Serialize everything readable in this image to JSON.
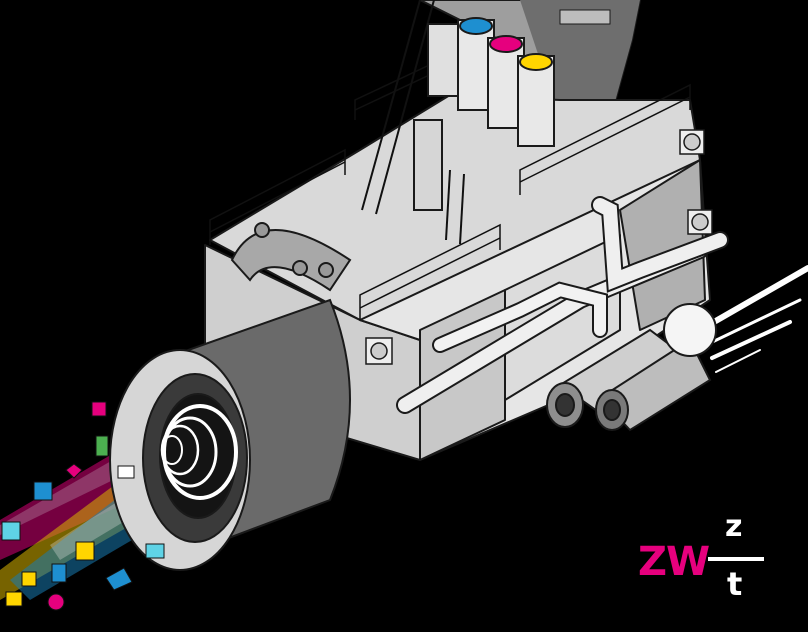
{
  "scene": {
    "subject": "isometric-printing-machine",
    "background_color": "#000000",
    "machine_colors": {
      "light": "#e6e6e6",
      "mid": "#bdbdbd",
      "dark": "#7a7a7a",
      "shadow": "#4a4a4a",
      "outline": "#1a1a1a"
    },
    "ink_colors": {
      "cyan": "#1e8fd0",
      "magenta": "#e6007e",
      "yellow": "#ffd500"
    },
    "beam_colors": [
      "#e6007e",
      "#ffd500",
      "#1e8fd0",
      "#ffffff"
    ]
  },
  "logo": {
    "zw": "ZW",
    "z": "z",
    "t": "t",
    "zw_color": "#e6007e",
    "letter_color": "#ffffff"
  }
}
